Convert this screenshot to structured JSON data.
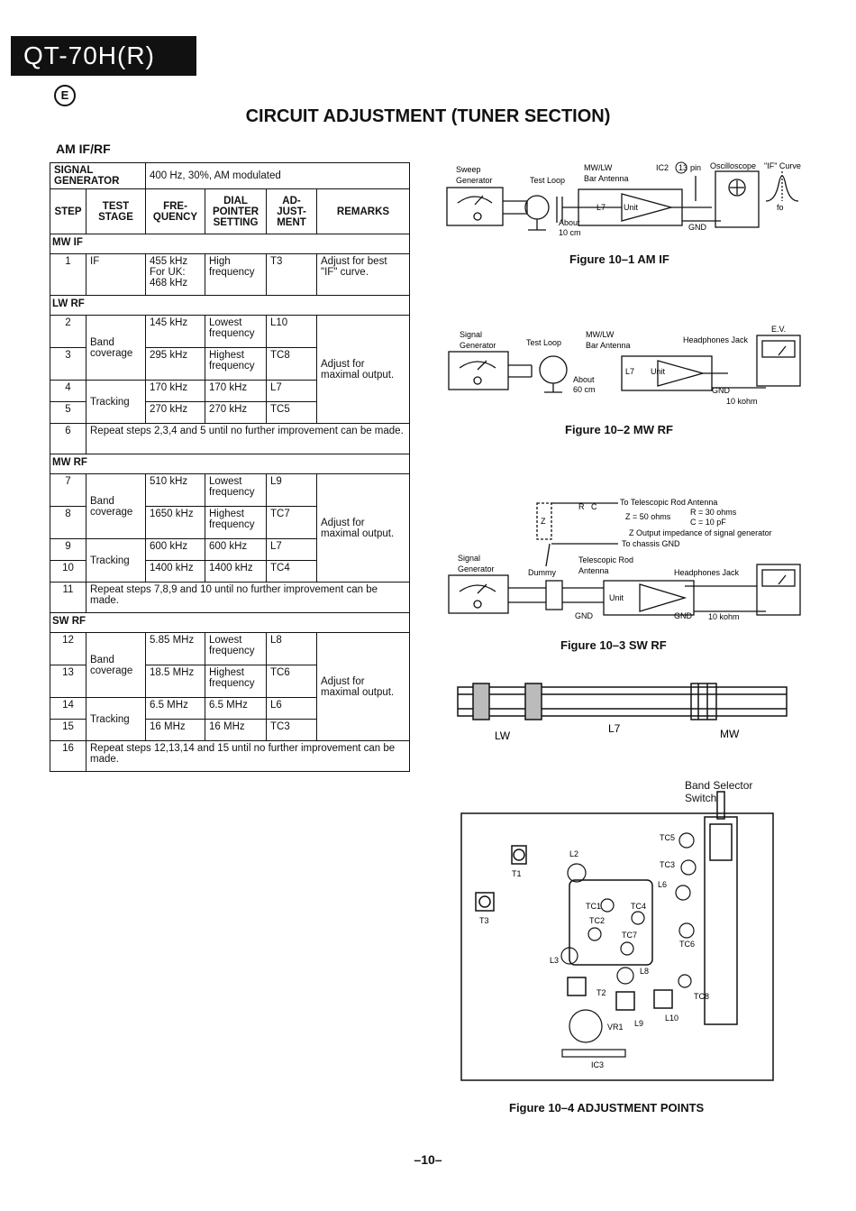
{
  "header": {
    "model": "QT-70H(R)",
    "lang_mark": "E",
    "title": "CIRCUIT ADJUSTMENT (TUNER SECTION)",
    "subtitle": "AM IF/RF"
  },
  "table": {
    "sig_gen_label": "SIGNAL GENERATOR",
    "sig_gen_value": "400 Hz, 30%, AM modulated",
    "cols": [
      "STEP",
      "TEST STAGE",
      "FRE-QUENCY",
      "DIAL POINTER SETTING",
      "AD-JUST-MENT",
      "REMARKS"
    ],
    "sections": {
      "mwif": "MW IF",
      "lwrf": "LW RF",
      "mwrf": "MW RF",
      "swrf": "SW RF"
    },
    "r1": {
      "step": "1",
      "stage": "IF",
      "freq": "455 kHz For UK: 468 kHz",
      "dial": "High frequency",
      "adj": "T3",
      "remarks": "Adjust for best \"IF\" curve."
    },
    "lw": {
      "band": "Band coverage",
      "track": "Tracking",
      "remarks": "Adjust for maximal output.",
      "r2": {
        "step": "2",
        "freq": "145 kHz",
        "dial": "Lowest frequency",
        "adj": "L10"
      },
      "r3": {
        "step": "3",
        "freq": "295 kHz",
        "dial": "Highest frequency",
        "adj": "TC8"
      },
      "r4": {
        "step": "4",
        "freq": "170 kHz",
        "dial": "170 kHz",
        "adj": "L7"
      },
      "r5": {
        "step": "5",
        "freq": "270 kHz",
        "dial": "270 kHz",
        "adj": "TC5"
      },
      "r6": {
        "step": "6",
        "text": "Repeat steps 2,3,4 and 5 until no further improvement can be made."
      }
    },
    "mw": {
      "band": "Band coverage",
      "track": "Tracking",
      "remarks": "Adjust for maximal output.",
      "r7": {
        "step": "7",
        "freq": "510 kHz",
        "dial": "Lowest frequency",
        "adj": "L9"
      },
      "r8": {
        "step": "8",
        "freq": "1650 kHz",
        "dial": "Highest frequency",
        "adj": "TC7"
      },
      "r9": {
        "step": "9",
        "freq": "600 kHz",
        "dial": "600 kHz",
        "adj": "L7"
      },
      "r10": {
        "step": "10",
        "freq": "1400 kHz",
        "dial": "1400 kHz",
        "adj": "TC4"
      },
      "r11": {
        "step": "11",
        "text": "Repeat steps 7,8,9 and 10 until no further improvement can be made."
      }
    },
    "sw": {
      "band": "Band coverage",
      "track": "Tracking",
      "remarks": "Adjust for maximal output.",
      "r12": {
        "step": "12",
        "freq": "5.85 MHz",
        "dial": "Lowest frequency",
        "adj": "L8"
      },
      "r13": {
        "step": "13",
        "freq": "18.5 MHz",
        "dial": "Highest frequency",
        "adj": "TC6"
      },
      "r14": {
        "step": "14",
        "freq": "6.5 MHz",
        "dial": "6.5 MHz",
        "adj": "L6"
      },
      "r15": {
        "step": "15",
        "freq": "16 MHz",
        "dial": "16 MHz",
        "adj": "TC3"
      },
      "r16": {
        "step": "16",
        "text": "Repeat steps 12,13,14 and 15 until no further improvement can be made."
      }
    }
  },
  "fig1": {
    "caption": "Figure 10–1 AM IF",
    "sweep": "Sweep",
    "generator": "Generator",
    "test_loop": "Test Loop",
    "mwlw": "MW/LW",
    "bar": "Bar Antenna",
    "ic2": "IC2",
    "pin_num": "13",
    "pin": "pin",
    "osc": "Oscilloscope",
    "curve": "\"IF\" Curve",
    "fo": "fo",
    "l7": "L7",
    "unit": "Unit",
    "about": "About",
    "dist": "10 cm",
    "gnd": "GND"
  },
  "fig2": {
    "caption": "Figure 10–2 MW RF",
    "signal": "Signal",
    "generator": "Generator",
    "test_loop": "Test Loop",
    "mwlw": "MW/LW",
    "bar": "Bar Antenna",
    "hp": "Headphones Jack",
    "ev": "E.V.",
    "l7": "L7",
    "unit": "Unit",
    "about": "About",
    "dist": "60 cm",
    "gnd": "GND",
    "kohm": "10 kohm"
  },
  "fig3": {
    "caption": "Figure 10–3 SW RF",
    "rc_r": "R",
    "rc_c": "C",
    "to_rod": "To Telescopic Rod Antenna",
    "z_eq": "Z = 50 ohms",
    "r_eq": "R = 30 ohms",
    "c_eq": "C = 10 pF",
    "z_note": "Z Output impedance of signal generator",
    "to_gnd": "To chassis GND",
    "z": "Z",
    "signal": "Signal",
    "generator": "Generator",
    "dummy": "Dummy",
    "rod": "Telescopic Rod",
    "antenna": "Antenna",
    "hp": "Headphones Jack",
    "unit": "Unit",
    "gnd": "GND",
    "gnd2": "GND",
    "kohm": "10 kohm"
  },
  "fig4": {
    "lw": "LW",
    "l7": "L7",
    "mw": "MW"
  },
  "fig5": {
    "caption": "Figure 10–4 ADJUSTMENT POINTS",
    "switch1": "Band Selector",
    "switch2": "Switch",
    "labels": {
      "tc5": "TC5",
      "tc3": "TC3",
      "l6": "L6",
      "t1": "T1",
      "l2": "L2",
      "t3": "T3",
      "tc1": "TC1",
      "tc4": "TC4",
      "tc2": "TC2",
      "tc7": "TC7",
      "tc6": "TC6",
      "l3": "L3",
      "l8": "L8",
      "t2": "T2",
      "tc8": "TC8",
      "l9": "L9",
      "l10": "L10",
      "vr1": "VR1",
      "ic3": "IC3"
    }
  },
  "page_number": "–10–"
}
